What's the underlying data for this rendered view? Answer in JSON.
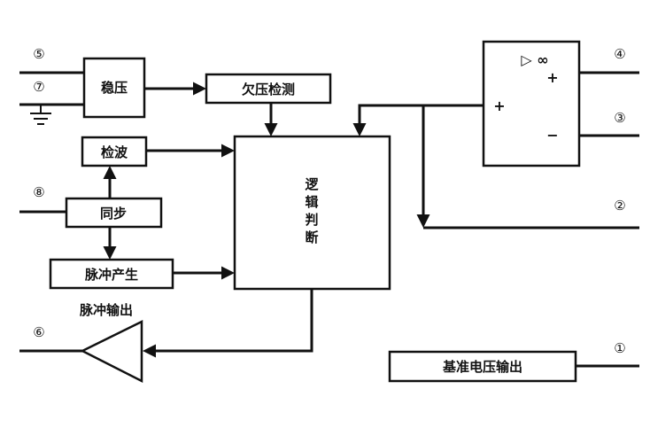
{
  "blocks": {
    "regulator": "稳压",
    "undervoltage": "欠压检测",
    "detector": "检波",
    "sync": "同步",
    "pulse_gen": "脉冲产生",
    "logic_1": "逻",
    "logic_2": "辑",
    "logic_3": "判",
    "logic_4": "断",
    "pulse_out_label": "脉冲输出",
    "ref_voltage": "基准电压输出"
  },
  "pins": {
    "p5": "⑤",
    "p7": "⑦",
    "p8": "⑧",
    "p6": "⑥",
    "p4": "④",
    "p3": "③",
    "p2": "②",
    "p1": "①"
  },
  "opamp": {
    "symbol": "▷ ∞",
    "out_plus": "+",
    "in_plus": "+",
    "out_minus": "−"
  }
}
